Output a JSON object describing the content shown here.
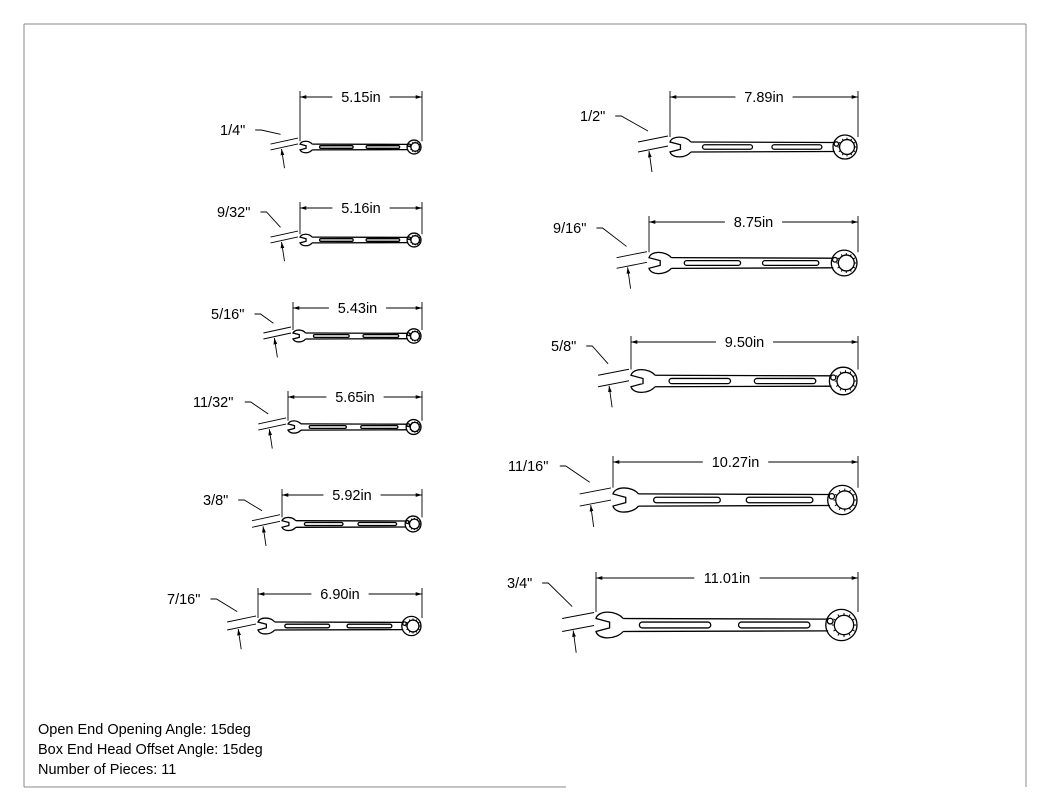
{
  "wrenches": [
    {
      "size": "1/4\"",
      "length": "5.15in"
    },
    {
      "size": "9/32\"",
      "length": "5.16in"
    },
    {
      "size": "5/16\"",
      "length": "5.43in"
    },
    {
      "size": "11/32\"",
      "length": "5.65in"
    },
    {
      "size": "3/8\"",
      "length": "5.92in"
    },
    {
      "size": "7/16\"",
      "length": "6.90in"
    },
    {
      "size": "1/2\"",
      "length": "7.89in"
    },
    {
      "size": "9/16\"",
      "length": "8.75in"
    },
    {
      "size": "5/8\"",
      "length": "9.50in"
    },
    {
      "size": "11/16\"",
      "length": "10.27in"
    },
    {
      "size": "3/4\"",
      "length": "11.01in"
    }
  ],
  "notes": {
    "open_end_angle": "Open End Opening Angle: 15deg",
    "box_end_offset": "Box End Head Offset Angle: 15deg",
    "pieces": "Number of Pieces: 11"
  },
  "colors": {
    "ink": "#000000",
    "paper": "#ffffff",
    "frame": "#888888"
  }
}
